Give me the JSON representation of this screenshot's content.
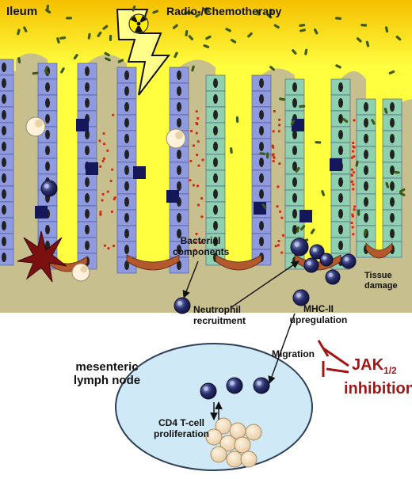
{
  "labels": {
    "ileum": "Ileum",
    "radio_chemo": "Radio-/Chemotherapy",
    "bacterial_components": [
      "Bacterial",
      "components"
    ],
    "neutrophil_recruitment": [
      "Neutrophil",
      "recruitment"
    ],
    "mhc_upregulation": [
      "MHC-II",
      "upregulation"
    ],
    "tissue_damage": [
      "Tissue",
      "damage"
    ],
    "migration": "Migration",
    "mesenteric_lymph_node": [
      "mesenteric",
      "lymph node"
    ],
    "cd4_proliferation": [
      "CD4 T-cell",
      "proliferation"
    ],
    "jak": "JAK",
    "jak_subscript": "1/2",
    "inhibition": "inhibition"
  },
  "colors": {
    "lumen_top": "#f2c400",
    "lumen_core": "#ffff33",
    "tissue": "#c8bf8e",
    "epithelium_healthy": "#8f9ae0",
    "epithelium_damaged": "#8fd0b0",
    "crypt_base": "#b4582e",
    "bacteria": "#3d5b16",
    "inhibitor_red": "#a31515",
    "lymph_node_fill": "#cfeaf6"
  },
  "icons": [
    "radiation-symbol-icon",
    "lightning-bolt-icon",
    "dendritic-cell-icon",
    "neutrophil-cell-icon",
    "t-cell-icon"
  ]
}
